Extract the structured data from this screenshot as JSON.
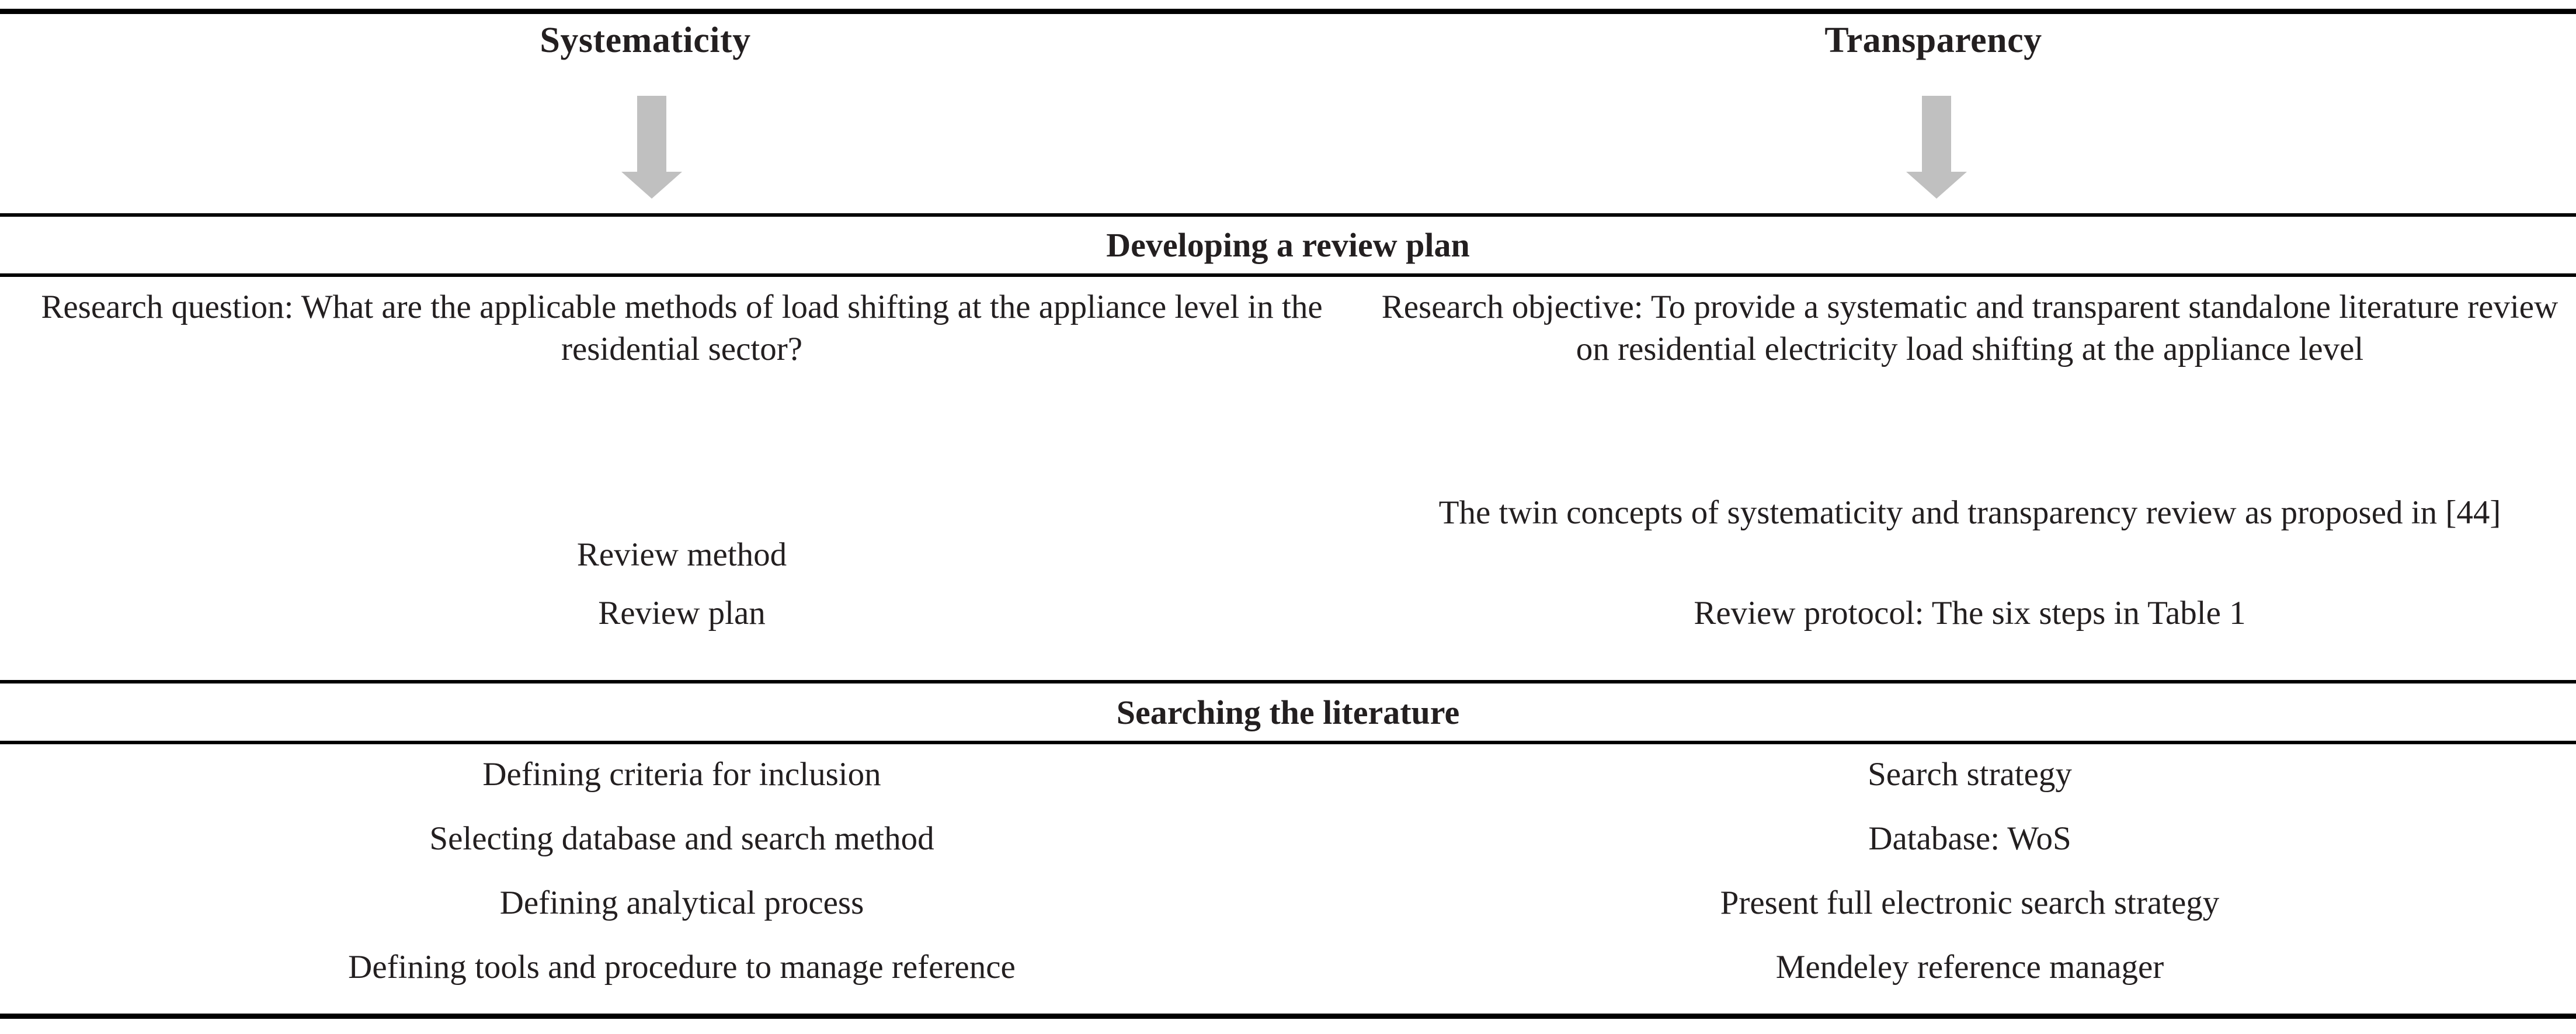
{
  "figure": {
    "type": "two-column-process-table",
    "columns": [
      {
        "id": "systematicity",
        "title": "Systematicity",
        "arrow_icon": "arrow-down-icon"
      },
      {
        "id": "transparency",
        "title": "Transparency",
        "arrow_icon": "arrow-down-icon"
      }
    ],
    "sections": [
      {
        "id": "developing-a-review-plan",
        "heading": "Developing a review plan",
        "rows": [
          {
            "left": "Research question: What are the applicable methods of load shifting at the appliance level in the residential sector?",
            "right": "Research objective: To provide a systematic and transparent standalone literature review on residential electricity load shifting at the appliance level"
          },
          {
            "left": "Review method",
            "right": "The twin concepts of systematicity and transparency review as proposed in [44]"
          },
          {
            "left": "Review plan",
            "right": "Review protocol: The six steps in Table 1"
          }
        ]
      },
      {
        "id": "searching-the-literature",
        "heading": "Searching the literature",
        "rows": [
          {
            "left": "Defining criteria for inclusion",
            "right": "Search strategy"
          },
          {
            "left": "Selecting database and search method",
            "right": "Database: WoS"
          },
          {
            "left": "Defining analytical process",
            "right": "Present full electronic search strategy"
          },
          {
            "left": "Defining tools and procedure to manage reference",
            "right": "Mendeley reference manager"
          }
        ]
      }
    ],
    "colors": {
      "text": "#231f20",
      "rule": "#000000",
      "arrow_fill": "#c0c0c0",
      "background": "#ffffff"
    }
  }
}
